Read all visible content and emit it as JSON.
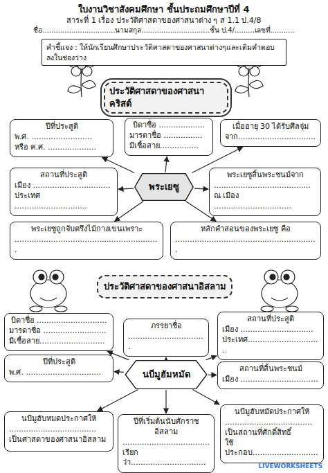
{
  "diagram": {
    "title": "ใบงานวิชาสังคมศึกษา  ชั้นประถมศึกษาปีที่ 4",
    "nodes": [
      {
        "text": [
          "คำชี้แจง : ให้นักเรียนศึกษาประวัติศาสดาของศาสนาต่างๆและเติมคำตอบลงในช่องว่าง"
        ]
      },
      {
        "text": [
          "ประวัติศาสดาของศาสนาคริสต์"
        ]
      },
      {
        "text": [
          "ปีที่ประสูติ",
          "พ.ศ. .........................",
          "หรือ ค.ศ. ...................."
        ]
      },
      {
        "text": [
          "บิดาชื่อ ...................",
          "มารดาชื่อ ................",
          "มีเชื้อสาย................"
        ]
      },
      {
        "text": [
          "เมื่ออายุ 30 ได้รับศีลจุ่ม",
          "จาก................................"
        ]
      },
      {
        "text": [
          "สถานที่ประสูติ",
          "เมือง ................................",
          "ประเทศ .............................."
        ]
      },
      {
        "text": [
          "พระเยซู"
        ]
      },
      {
        "text": [
          "พระเยซูสิ้นพระชนม์จาก",
          "........................................",
          "ณ เมือง ................................"
        ]
      },
      {
        "text": [
          "พระเยซูถูกจับตรึงไม้กางเขนเพราะ",
          "............................................................"
        ]
      },
      {
        "text": [
          "หลักคำสอนของพระเยซู คือ",
          "..........................................................."
        ]
      },
      {
        "text": [
          "ประวัติศาสดาของศาสนาอิสลาม"
        ]
      },
      {
        "text": [
          "บิดาชื่อ .............................",
          "มารดาชื่อ ..........................",
          "มีเชื้อสาย..........................."
        ]
      },
      {
        "text": [
          "ภรรยาชื่อ",
          "................................"
        ]
      },
      {
        "text": [
          "สถานที่ประสูติ",
          "เมือง ..............................",
          "ประเทศ..............................."
        ]
      },
      {
        "text": [
          "ปีที่ประสูติ",
          "พ.ศ. ..............................."
        ]
      },
      {
        "text": [
          "นบีมูฮัมหมัด"
        ]
      },
      {
        "text": [
          "สถานที่สิ้นพระชนม์",
          "เมือง ................................"
        ]
      },
      {
        "text": [
          "นบีมูฮับหมดประกาศให้",
          "....................................",
          "เป็นศาสดาของศาสนาอิสลาม"
        ]
      },
      {
        "text": [
          "ปีที่เริ่มต้นนับศักราชอิสลาม",
          "....................................",
          "เรียกว่า..............................."
        ]
      },
      {
        "text": [
          "นบีมูฮับหมัดประกาศให้",
          "....................................",
          "เป็นสถานที่ศักดิ์สิทธิ์",
          "ใช้ประกอบ..........................."
        ]
      }
    ],
    "edges": [
      {
        "from": 6,
        "to": 2,
        "arrow": "to"
      },
      {
        "from": 6,
        "to": 3,
        "arrow": "to"
      },
      {
        "from": 6,
        "to": 4,
        "arrow": "to"
      },
      {
        "from": 6,
        "to": 5,
        "arrow": "to"
      },
      {
        "from": 6,
        "to": 7,
        "arrow": "to"
      },
      {
        "from": 6,
        "to": 8,
        "arrow": "to"
      },
      {
        "from": 6,
        "to": 9,
        "arrow": "to"
      },
      {
        "from": 15,
        "to": 11,
        "arrow": "to"
      },
      {
        "from": 15,
        "to": 12,
        "arrow": "to"
      },
      {
        "from": 15,
        "to": 13,
        "arrow": "to"
      },
      {
        "from": 15,
        "to": 14,
        "arrow": "to"
      },
      {
        "from": 15,
        "to": 16,
        "arrow": "to"
      },
      {
        "from": 15,
        "to": 17,
        "arrow": "to"
      },
      {
        "from": 15,
        "to": 18,
        "arrow": "to"
      },
      {
        "from": 15,
        "to": 19,
        "arrow": "to"
      }
    ],
    "labels": [
      "สาระที่ 1 เรื่อง ประวัติศาสดาของศาสนาต่าง ๆ ส 1.1 ป.4/8",
      "ชื่อ.................................นามสกุล...............................ชั้น ป.4/.........เลขที่...........",
      "LIVEWORKSHEETS"
    ]
  }
}
